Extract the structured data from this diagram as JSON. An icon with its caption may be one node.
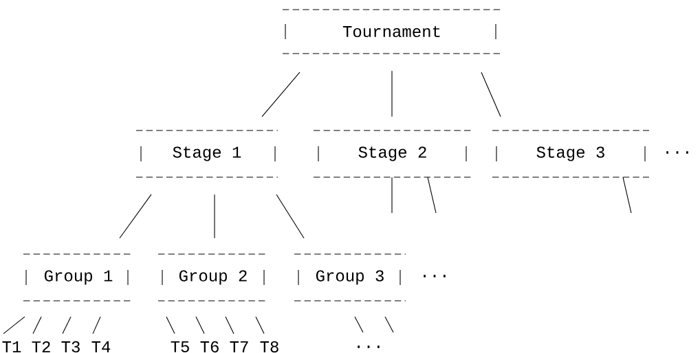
{
  "diagram": {
    "nodes": [
      {
        "text": [
          "Tournament"
        ]
      },
      {
        "text": [
          "Stage 1"
        ]
      },
      {
        "text": [
          "Stage 2"
        ]
      },
      {
        "text": [
          "Stage 3"
        ]
      },
      {
        "text": [
          "Group 1"
        ]
      },
      {
        "text": [
          "Group 2"
        ]
      },
      {
        "text": [
          "Group 3"
        ]
      },
      {
        "text": [
          "T1"
        ]
      },
      {
        "text": [
          "T2"
        ]
      },
      {
        "text": [
          "T3"
        ]
      },
      {
        "text": [
          "T4"
        ]
      },
      {
        "text": [
          "T5"
        ]
      },
      {
        "text": [
          "T6"
        ]
      },
      {
        "text": [
          "T7"
        ]
      },
      {
        "text": [
          "T8"
        ]
      },
      {
        "text": [
          "..."
        ]
      }
    ],
    "edges": [
      {
        "from": 0,
        "to": 1,
        "arrow": "none"
      },
      {
        "from": 0,
        "to": 2,
        "arrow": "none"
      },
      {
        "from": 0,
        "to": 3,
        "arrow": "none"
      },
      {
        "from": 1,
        "to": 4,
        "arrow": "none"
      },
      {
        "from": 1,
        "to": 5,
        "arrow": "none"
      },
      {
        "from": 1,
        "to": 6,
        "arrow": "none"
      },
      {
        "from": 2,
        "to": null,
        "arrow": "none"
      },
      {
        "from": 2,
        "to": null,
        "arrow": "none"
      },
      {
        "from": 3,
        "to": null,
        "arrow": "none"
      },
      {
        "from": 4,
        "to": 7,
        "arrow": "none"
      },
      {
        "from": 4,
        "to": 8,
        "arrow": "none"
      },
      {
        "from": 4,
        "to": 9,
        "arrow": "none"
      },
      {
        "from": 4,
        "to": 10,
        "arrow": "none"
      },
      {
        "from": 5,
        "to": 11,
        "arrow": "none"
      },
      {
        "from": 5,
        "to": 12,
        "arrow": "none"
      },
      {
        "from": 5,
        "to": 13,
        "arrow": "none"
      },
      {
        "from": 5,
        "to": 14,
        "arrow": "none"
      },
      {
        "from": 6,
        "to": 15,
        "arrow": "none"
      },
      {
        "from": 6,
        "to": 15,
        "arrow": "none"
      }
    ],
    "labels": [
      "...",
      "..."
    ]
  }
}
